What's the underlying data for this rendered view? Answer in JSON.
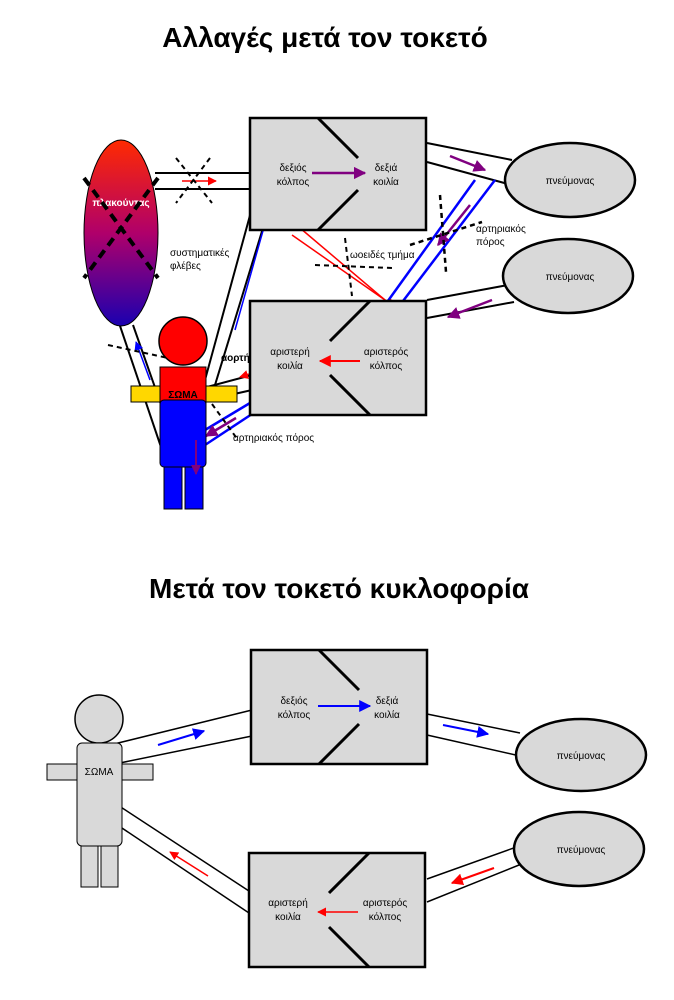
{
  "titles": {
    "top": "Αλλαγές μετά τον τοκετό",
    "bottom": "Μετά τον τοκετό κυκλοφορία"
  },
  "top_diagram": {
    "right_heart": {
      "atrium": [
        "δεξιός",
        "κόλπος"
      ],
      "ventricle": [
        "δεξιά",
        "κοιλία"
      ]
    },
    "left_heart": {
      "ventricle": [
        "αριστερή",
        "κοιλία"
      ],
      "atrium": [
        "αριστερός",
        "κόλπος"
      ]
    },
    "lung_upper": "πνεύμονας",
    "lung_lower": "πνεύμονας",
    "placenta": "πλακούντας",
    "body": "ΣΩΜΑ",
    "systemic_veins": [
      "συστηματικές",
      "φλέβες"
    ],
    "aorta": "αορτή",
    "foramen_ovale": "ωοειδές τμήμα",
    "ductus_right": [
      "αρτηριακός",
      "πόρος"
    ],
    "ductus_bottom": "αρτηριακός πόρος"
  },
  "bottom_diagram": {
    "right_heart": {
      "atrium": [
        "δεξιός",
        "κόλπος"
      ],
      "ventricle": [
        "δεξιά",
        "κοιλία"
      ]
    },
    "left_heart": {
      "ventricle": [
        "αριστερή",
        "κοιλία"
      ],
      "atrium": [
        "αριστερός",
        "κόλπος"
      ]
    },
    "lung_upper": "πνεύμονας",
    "lung_lower": "πνεύμονας",
    "body": "ΣΩΜΑ"
  },
  "colors": {
    "red": "#ff0000",
    "blue": "#0000ff",
    "purple": "#800080",
    "box_gray": "#d9d9d9",
    "yellow": "#ffd700"
  }
}
